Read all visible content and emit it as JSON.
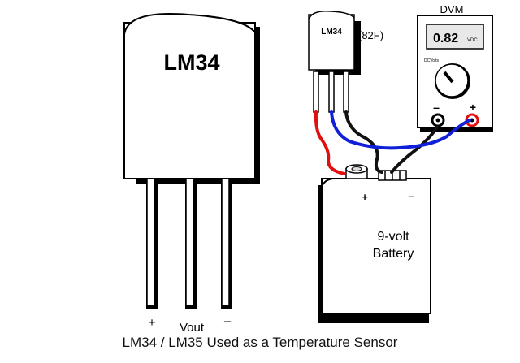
{
  "large_sensor": {
    "label": "LM34",
    "pins": {
      "left": "+",
      "middle": "Vout",
      "right": "–"
    }
  },
  "small_sensor": {
    "label": "LM34",
    "reading_note": "(82F)"
  },
  "dvm": {
    "title": "DVM",
    "display_value": "0.82",
    "display_unit": "VDC",
    "dial_label": "DCVolts",
    "neg_terminal": "–",
    "pos_terminal": "+"
  },
  "battery": {
    "line1": "9-volt",
    "line2": "Battery",
    "pos_terminal": "+",
    "neg_terminal": "–"
  },
  "caption": "LM34 / LM35 Used as a Temperature Sensor",
  "colors": {
    "red_wire": "#e01010",
    "blue_wire": "#1020d8",
    "black_wire": "#111111",
    "outline": "#000000",
    "display_bg": "#e8e8e8"
  }
}
